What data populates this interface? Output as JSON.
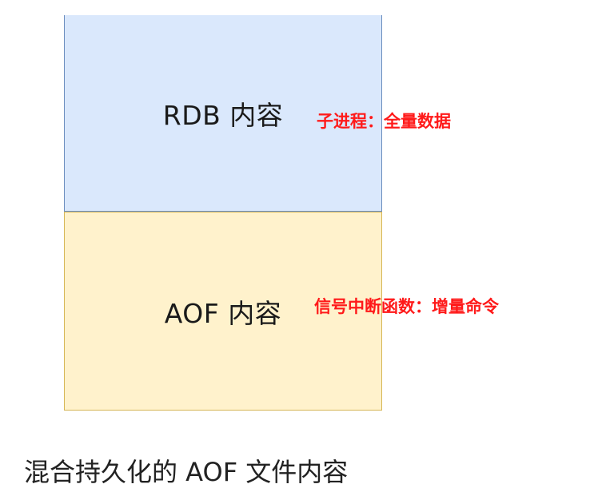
{
  "diagram": {
    "rdb_block": {
      "label": "RDB 内容",
      "annotation": "子进程：全量数据",
      "fill": "#dae8fc",
      "stroke": "#6c8ebf"
    },
    "aof_block": {
      "label": "AOF 内容",
      "annotation": "信号中断函数：增量命令",
      "fill": "#fff2cc",
      "stroke": "#d6b656"
    },
    "annotation_color": "#ff1a1a",
    "caption": "混合持久化的 AOF 文件内容"
  }
}
